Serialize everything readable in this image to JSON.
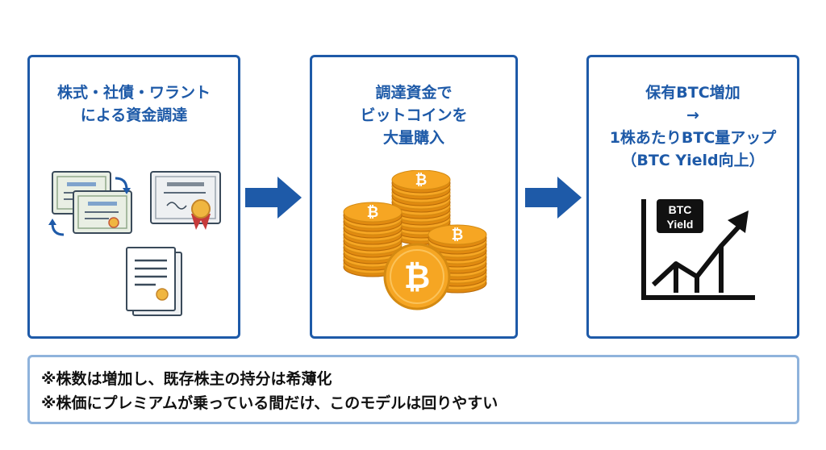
{
  "steps": [
    {
      "title_lines": [
        "株式・社債・ワラント",
        "による資金調達"
      ]
    },
    {
      "title_lines": [
        "調達資金で",
        "ビットコインを",
        "大量購入"
      ]
    },
    {
      "title_lines": [
        "保有BTC増加",
        "→",
        "1株あたりBTC量アップ",
        "（BTC Yield向上）"
      ]
    }
  ],
  "chart_label": {
    "line1": "BTC",
    "line2": "Yield"
  },
  "coin_symbol": "₿",
  "notes": [
    "※株数は増加し、既存株主の持分は希薄化",
    "※株価にプレミアムが乗っている間だけ、このモデルは回りやすい"
  ],
  "colors": {
    "accent": "#1e5aa8",
    "coin": "#f6a623",
    "note_border": "#8fb3dc"
  }
}
